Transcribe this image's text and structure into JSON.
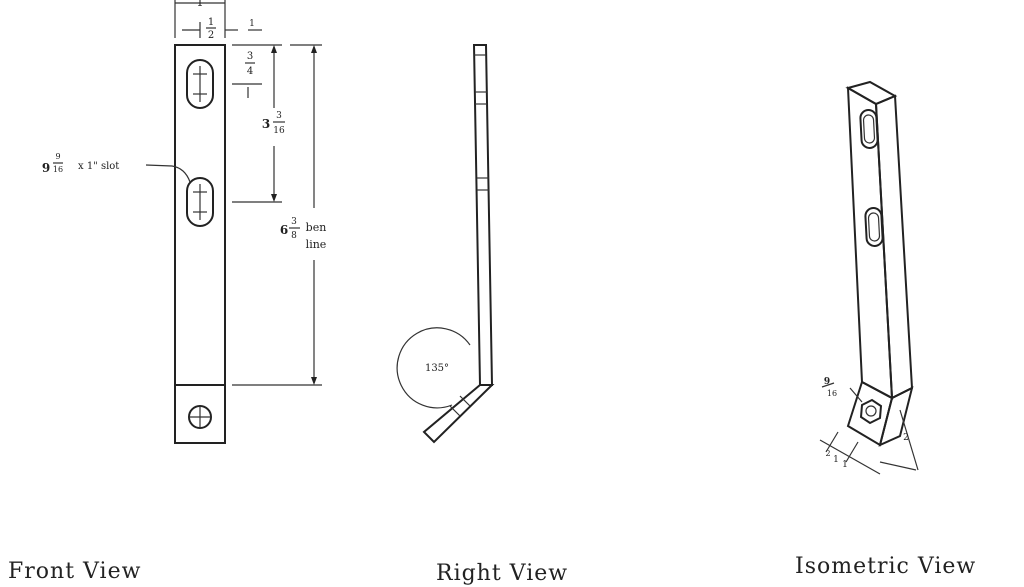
{
  "colors": {
    "ink": "#222222",
    "background": "#ffffff"
  },
  "front_view": {
    "caption": "Front View",
    "dimensions": {
      "width_top": "1",
      "half_num": "1",
      "half_den": "2",
      "quarter_num": "3",
      "quarter_den": "4",
      "quarter_small": "1",
      "slot_spacing_whole": "3",
      "slot_spacing_num": "3",
      "slot_spacing_den": "16",
      "bend_whole": "6",
      "bend_num": "3",
      "bend_den": "8",
      "bend_text_1": "ben",
      "bend_text_2": "line"
    },
    "slot_label": {
      "whole": "9",
      "num": "9",
      "den": "16",
      "text": "x 1\" slot"
    }
  },
  "right_view": {
    "caption": "Right View",
    "angle_label": "135°"
  },
  "isometric_view": {
    "caption": "Isometric View",
    "dim_a_num": "9",
    "dim_a_den": "16",
    "dim_b": "1",
    "dim_c_num": "1",
    "dim_c_den": "2",
    "dim_d": "2"
  }
}
